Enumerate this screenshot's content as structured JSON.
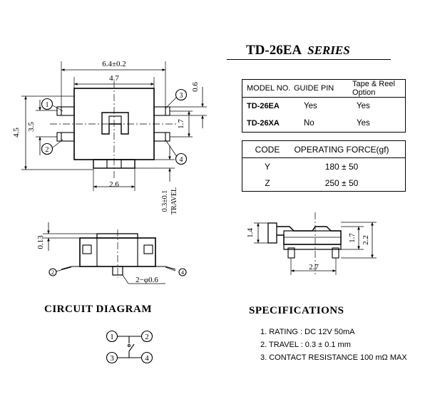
{
  "title": {
    "model": "TD-26EA",
    "series": "SERIES"
  },
  "model_table": {
    "headers": [
      "MODEL NO.",
      "GUIDE PIN",
      "Tape & Reel Option"
    ],
    "rows": [
      {
        "model": "TD-26EA",
        "guide_pin": "Yes",
        "tape_reel": "Yes"
      },
      {
        "model": "TD-26XA",
        "guide_pin": "No",
        "tape_reel": "Yes"
      }
    ]
  },
  "force_table": {
    "headers": [
      "CODE",
      "OPERATING FORCE(gf)"
    ],
    "rows": [
      {
        "code": "Y",
        "force": "180 ± 50"
      },
      {
        "code": "Z",
        "force": "250 ± 50"
      }
    ]
  },
  "top_view": {
    "dim_overall_width": "6.4±0.2",
    "dim_body_width": "4.7",
    "dim_height_outer": "4.5",
    "dim_height_pins": "3.5",
    "dim_pin_width": "0.6",
    "dim_pin_pitch": "1.7",
    "dim_actuator_width": "2.6",
    "dim_travel": "0.3±0.1",
    "travel_label": "TRAVEL",
    "pins": [
      "1",
      "2",
      "3",
      "4"
    ]
  },
  "side_view": {
    "dim_thickness": "0.13",
    "dim_guide_pin": "2−φ0.6",
    "pins": [
      "2",
      "4"
    ]
  },
  "end_view": {
    "dim_left_height": "1.4",
    "dim_right_inner": "1.7",
    "dim_right_outer": "2.2",
    "dim_width": "2.7"
  },
  "circuit": {
    "heading": "CIRCUIT DIAGRAM",
    "pins": [
      "1",
      "2",
      "3",
      "4"
    ]
  },
  "specifications": {
    "heading": "SPECIFICATIONS",
    "lines": [
      "1. RATING : DC 12V  50mA",
      "2. TRAVEL : 0.3 ± 0.1 mm",
      "3. CONTACT RESISTANCE 100 mΩ MAX"
    ]
  }
}
